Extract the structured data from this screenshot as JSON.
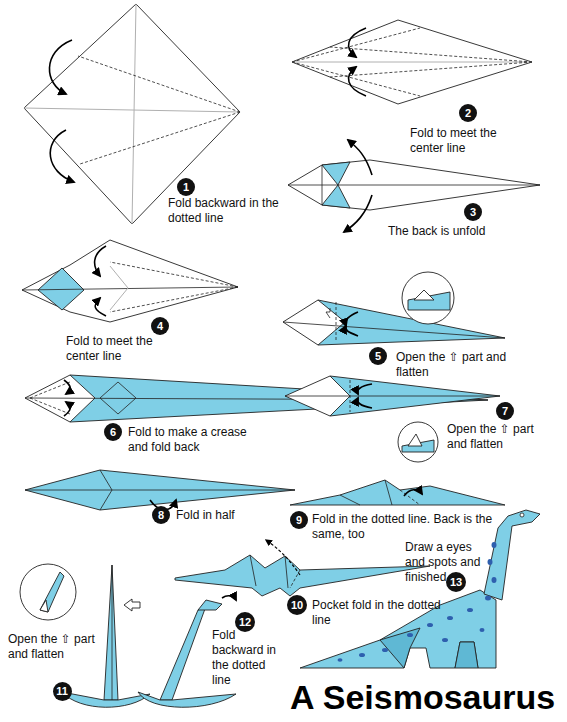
{
  "diagram": {
    "title": "A Seismosaurus",
    "nodes": [
      {
        "text": [
          "1"
        ]
      },
      {
        "text": [
          "2"
        ]
      },
      {
        "text": [
          "3"
        ]
      },
      {
        "text": [
          "4"
        ]
      },
      {
        "text": [
          "5"
        ]
      },
      {
        "text": [
          "6"
        ]
      },
      {
        "text": [
          "7"
        ]
      },
      {
        "text": [
          "8"
        ]
      },
      {
        "text": [
          "9"
        ]
      },
      {
        "text": [
          "10"
        ]
      },
      {
        "text": [
          "11"
        ]
      },
      {
        "text": [
          "12"
        ]
      },
      {
        "text": [
          "13"
        ]
      }
    ],
    "labels": [
      "Fold backward in the dotted line",
      "Fold to meet the center line",
      "The back is unfold",
      "Fold to meet the center line",
      "Open the ⇧ part and flatten",
      "Fold to make a crease and fold back",
      "Open the ⇧ part and flatten",
      "Fold in half",
      "Fold in the dotted line. Back is the same, too",
      "Pocket fold in the dotted line",
      "Open the ⇧ part and flatten",
      "Fold backward in the dotted line",
      "Draw a eyes and spots and finished"
    ]
  }
}
